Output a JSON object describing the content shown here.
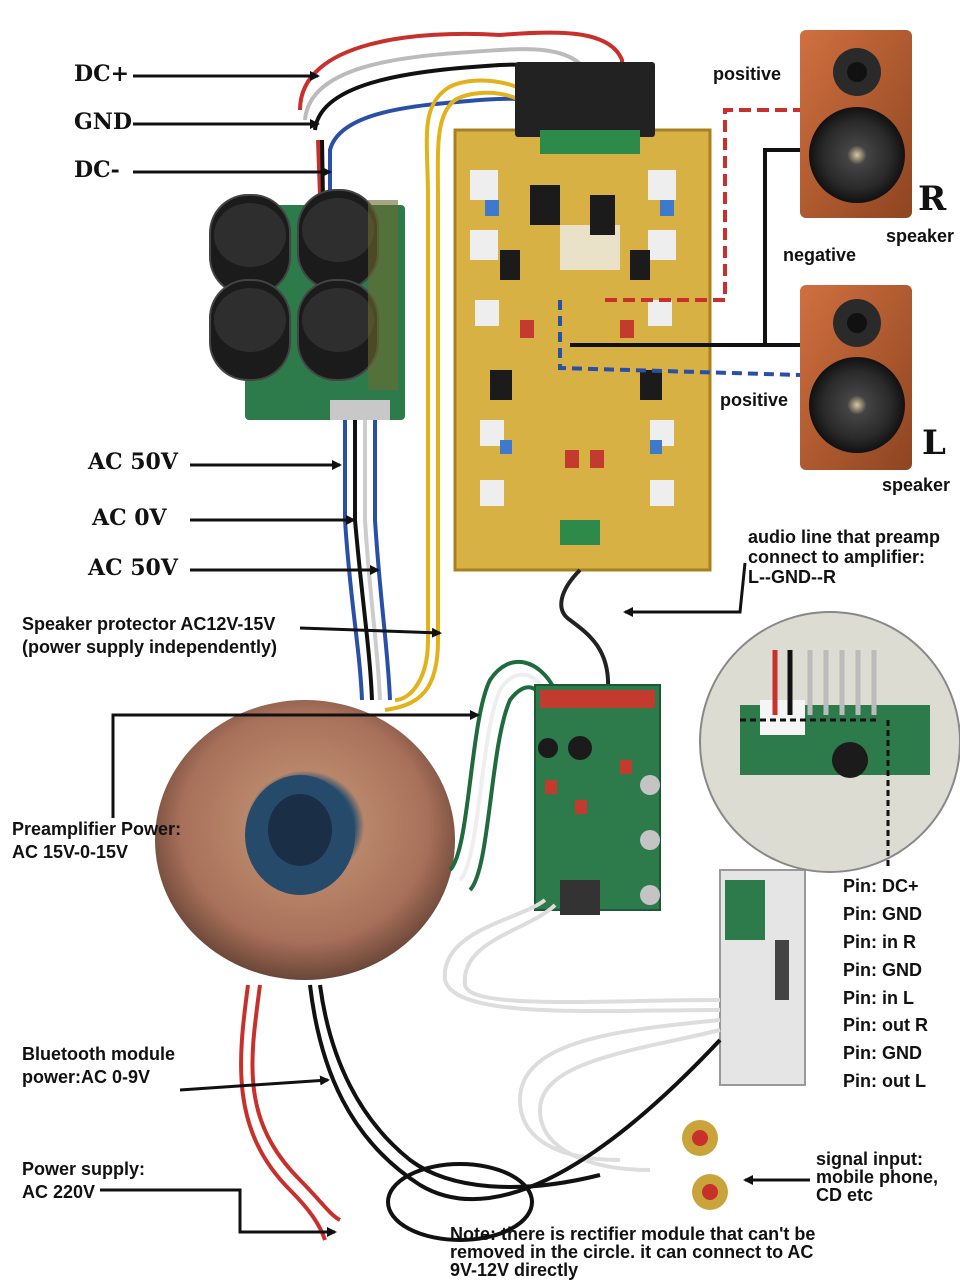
{
  "dc_labels": {
    "dc_plus": "DC+",
    "gnd": "GND",
    "dc_minus": "DC-"
  },
  "ac_labels": {
    "ac_50v_top": "AC 50V",
    "ac_0v": "AC 0V",
    "ac_50v_bottom": "AC 50V"
  },
  "speaker_r": {
    "top_label": "positive",
    "mid_label": "negative",
    "channel": "R",
    "caption": "speaker"
  },
  "speaker_l": {
    "top_label": "positive",
    "channel": "L",
    "caption": "speaker"
  },
  "audio_line": {
    "line1": "audio line that preamp",
    "line2": "connect to amplifier:",
    "line3": "L--GND--R"
  },
  "protector": {
    "line1": "Speaker protector AC12V-15V",
    "line2": "(power supply independently)"
  },
  "preamp_power": {
    "line1": "Preamplifier Power:",
    "line2": "AC 15V-0-15V"
  },
  "pins": [
    "Pin: DC+",
    "Pin: GND",
    "Pin: in R",
    "Pin: GND",
    "Pin: in L",
    "Pin: out R",
    "Pin: GND",
    "Pin: out L"
  ],
  "bluetooth_power": {
    "line1": "Bluetooth module",
    "line2": "power:AC 0-9V"
  },
  "power_supply": {
    "line1": "Power supply:",
    "line2": "AC 220V"
  },
  "signal_input": {
    "line1": "signal input:",
    "line2": "mobile phone,",
    "line3": "CD etc"
  },
  "note": {
    "line1": "Note: there is rectifier module that can't be",
    "line2": "removed in the circle. it can connect to AC",
    "line3": "9V-12V directly"
  },
  "colors": {
    "wire_red": "#c8302c",
    "wire_black": "#111111",
    "wire_blue": "#2a4fa8",
    "wire_yellow": "#e2b21c",
    "wire_green": "#1f6b3e",
    "pcb_gold": "#d8b145",
    "pcb_green": "#2d7a4b",
    "wood": "#b45a2a"
  }
}
